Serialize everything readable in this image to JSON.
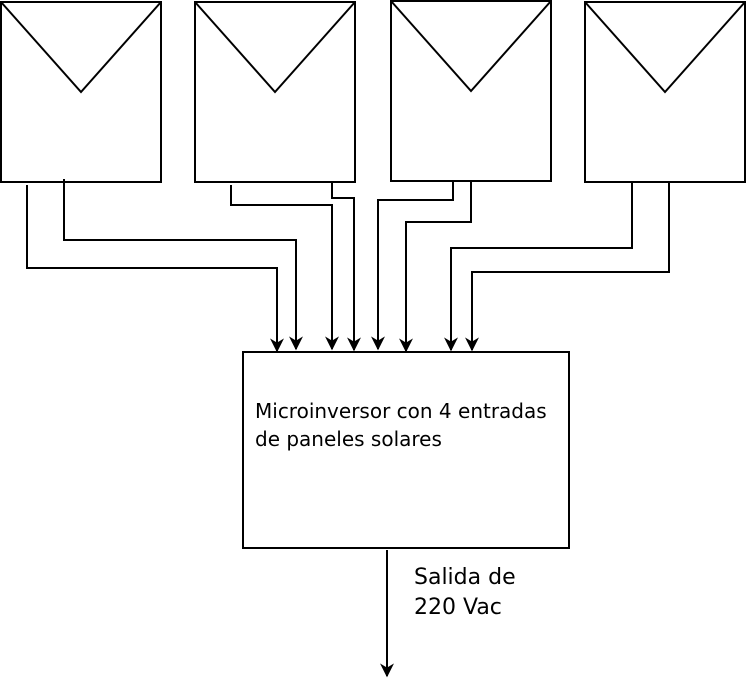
{
  "inverter": {
    "line1": "Microinversor con 4 entradas",
    "line2": "de paneles solares"
  },
  "output": {
    "line1": "Salida de",
    "line2": "220 Vac"
  },
  "panels": [
    {
      "name": "solar-panel-1"
    },
    {
      "name": "solar-panel-2"
    },
    {
      "name": "solar-panel-3"
    },
    {
      "name": "solar-panel-4"
    }
  ]
}
